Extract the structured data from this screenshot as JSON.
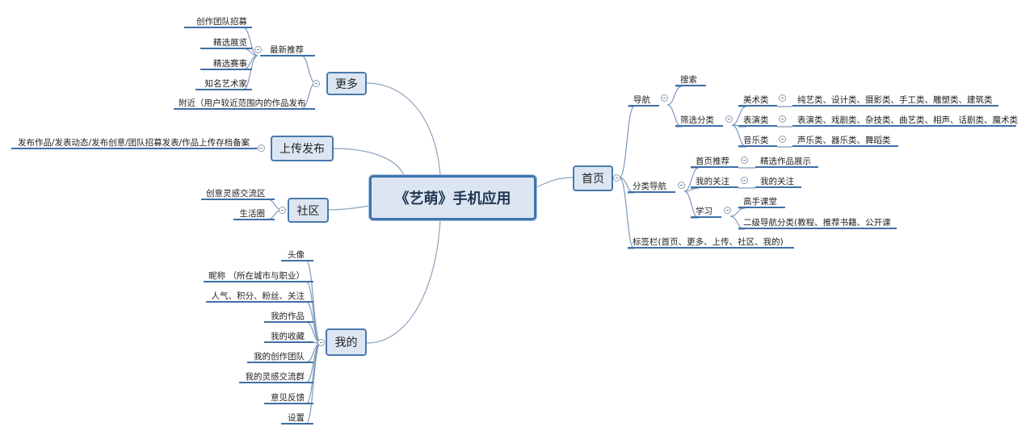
{
  "root": "《艺萌》手机应用",
  "more": {
    "label": "更多",
    "latest": {
      "label": "最新推荐",
      "items": [
        "创作团队招募",
        "精选展览",
        "精选赛事",
        "知名艺术家"
      ]
    },
    "nearby": "附近（用户较近范围内的作品发布"
  },
  "upload": {
    "label": "上传发布",
    "item": "发布作品/发表动态/发布创意/团队招募发表/作品上传存档备案"
  },
  "community": {
    "label": "社区",
    "items": [
      "创意灵感交流区",
      "生活圈"
    ]
  },
  "mine": {
    "label": "我的",
    "items": [
      "头像",
      "昵称 （所在城市与职业）",
      "人气、积分、粉丝、关注",
      "我的作品",
      "我的收藏",
      "我的创作团队",
      "我的灵感交流群",
      "意见反馈",
      "设置"
    ]
  },
  "home": {
    "label": "首页",
    "nav": {
      "label": "导航",
      "search": "搜索",
      "filter": {
        "label": "筛选分类",
        "cats": [
          {
            "label": "美术类",
            "detail": "纯艺类、设计类、摄影类、手工类、雕塑类、建筑类"
          },
          {
            "label": "表演类",
            "detail": "表演类、戏剧类、杂技类、曲艺类、相声、话剧类、魔术类"
          },
          {
            "label": "音乐类",
            "detail": "声乐类、器乐类、舞蹈类"
          }
        ]
      }
    },
    "catnav": {
      "label": "分类导航",
      "rec": {
        "label": "首页推荐",
        "child": "精选作品展示"
      },
      "follow": {
        "label": "我的关注",
        "child": "我的关注"
      },
      "learn": {
        "label": "学习",
        "children": [
          "高手课堂",
          "二级导航分类(教程、推荐书籍、公开课"
        ]
      }
    },
    "tabbar": "标签栏(首页、更多、上传、社区、我的)"
  }
}
